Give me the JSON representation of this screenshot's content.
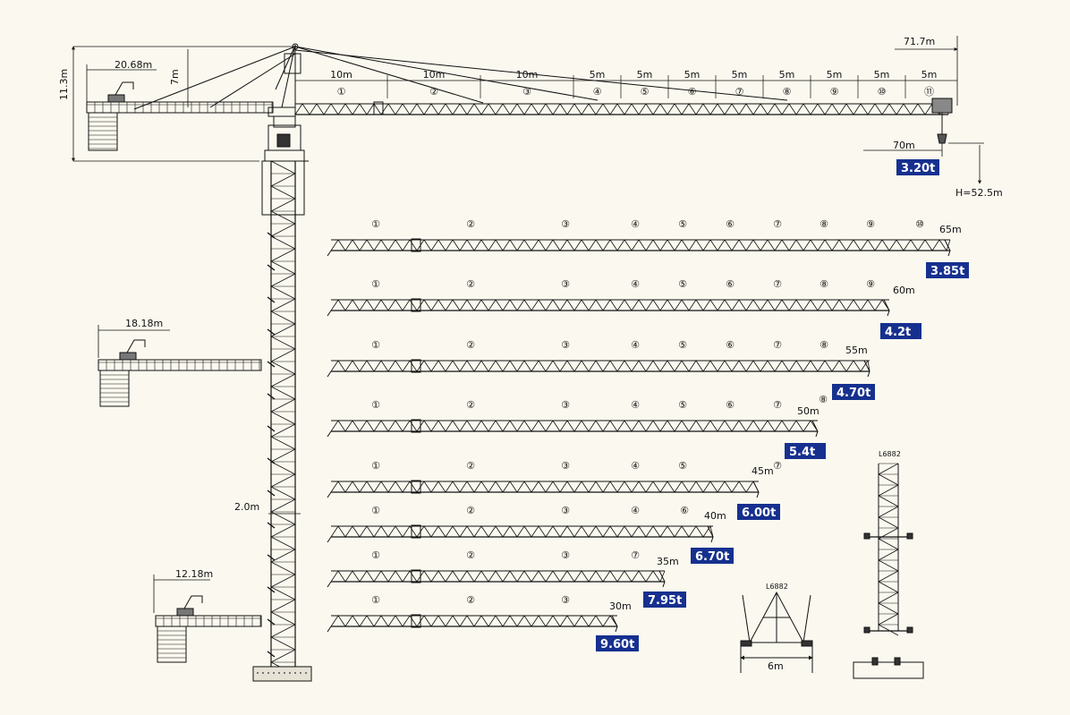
{
  "top_jib": {
    "max_radius": "71.7m",
    "hook_radius": "70m",
    "tip_capacity": "3.20t",
    "hook_height": "H=52.5m",
    "sections": [
      {
        "no": "①",
        "len": "10m"
      },
      {
        "no": "②",
        "len": "10m"
      },
      {
        "no": "③",
        "len": "10m"
      },
      {
        "no": "④",
        "len": "5m"
      },
      {
        "no": "⑤",
        "len": "5m"
      },
      {
        "no": "⑥",
        "len": "5m"
      },
      {
        "no": "⑦",
        "len": "5m"
      },
      {
        "no": "⑧",
        "len": "5m"
      },
      {
        "no": "⑨",
        "len": "5m"
      },
      {
        "no": "⑩",
        "len": "5m"
      },
      {
        "no": "⑪",
        "len": "5m"
      }
    ]
  },
  "counter_jibs": [
    {
      "length": "20.68m",
      "height": "7m",
      "total_height": "11.3m"
    },
    {
      "length": "18.18m"
    },
    {
      "length": "12.18m"
    }
  ],
  "tower_width": "2.0m",
  "jib_configs": [
    {
      "length": "65m",
      "capacity": "3.85t",
      "sections": [
        "①",
        "②",
        "③",
        "④",
        "⑤",
        "⑥",
        "⑦",
        "⑧",
        "⑨",
        "⑩"
      ]
    },
    {
      "length": "60m",
      "capacity": "4.2t",
      "sections": [
        "①",
        "②",
        "③",
        "④",
        "⑤",
        "⑥",
        "⑦",
        "⑧",
        "⑨"
      ]
    },
    {
      "length": "55m",
      "capacity": "4.70t",
      "sections": [
        "①",
        "②",
        "③",
        "④",
        "⑤",
        "⑥",
        "⑦",
        "⑧"
      ]
    },
    {
      "length": "50m",
      "capacity": "5.4t",
      "sections": [
        "①",
        "②",
        "③",
        "④",
        "⑤",
        "⑥",
        "⑦",
        "⑧"
      ]
    },
    {
      "length": "45m",
      "capacity": "6.00t",
      "sections": [
        "①",
        "②",
        "③",
        "④",
        "⑤",
        "⑦"
      ]
    },
    {
      "length": "40m",
      "capacity": "6.70t",
      "sections": [
        "①",
        "②",
        "③",
        "④",
        "⑥"
      ]
    },
    {
      "length": "35m",
      "capacity": "7.95t",
      "sections": [
        "①",
        "②",
        "③",
        "⑦"
      ]
    },
    {
      "length": "30m",
      "capacity": "9.60t",
      "sections": [
        "①",
        "②",
        "③"
      ]
    }
  ],
  "base_views": {
    "front_model": "L6882",
    "front_width": "6m",
    "side_model": "L6882"
  },
  "colors": {
    "badge": "#16308f",
    "line": "#111111",
    "background": "#fbf9ef"
  }
}
